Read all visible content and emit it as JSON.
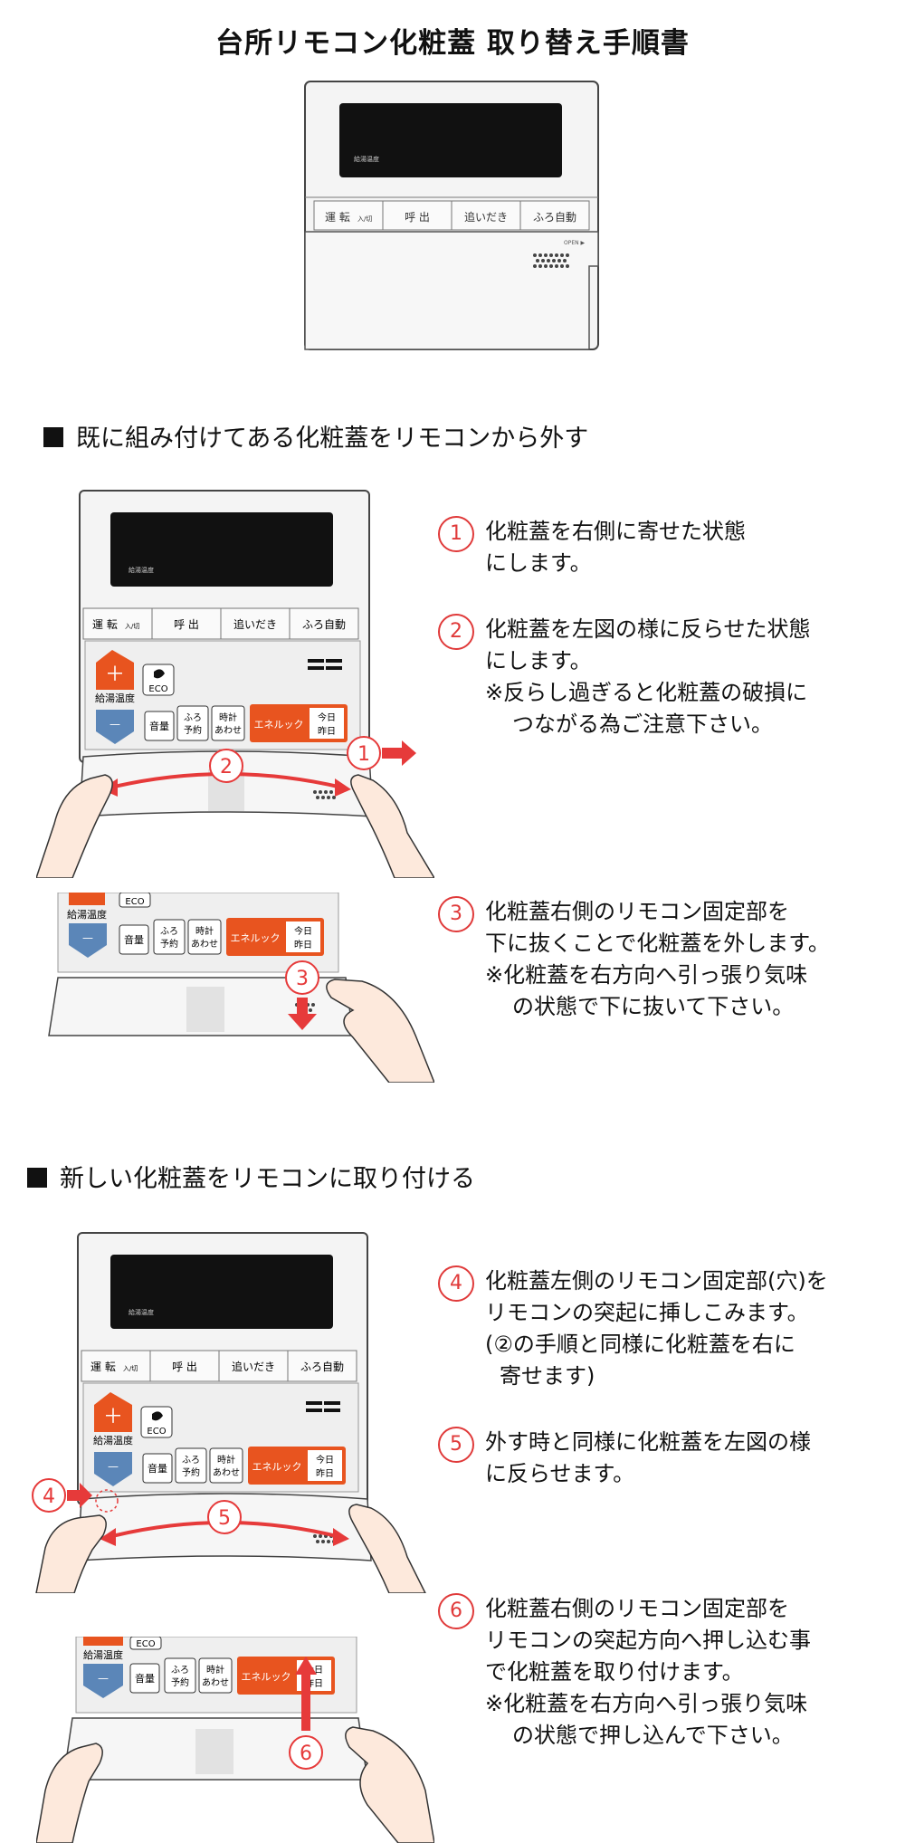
{
  "title": "台所リモコン化粧蓋 取り替え手順書",
  "remote": {
    "display_label": "給湯温度",
    "buttons": [
      "運 転",
      "呼 出",
      "追いだき",
      "ふろ自動"
    ],
    "power_sub": "入/切",
    "open_label": "OPEN ▶",
    "plus": "＋",
    "minus": "—",
    "temp_label": "給湯温度",
    "eco": "ECO",
    "volume": "音量",
    "furo_yoyaku": [
      "ふろ",
      "予約"
    ],
    "tokei": [
      "時計",
      "あわせ"
    ],
    "enelook": "エネルック",
    "kyou": [
      "今日",
      "昨日"
    ]
  },
  "section1": {
    "heading": "既に組み付けてある化粧蓋をリモコンから外す",
    "steps": [
      {
        "num": "1",
        "lines": [
          "化粧蓋を右側に寄せた状態",
          "にします。"
        ]
      },
      {
        "num": "2",
        "lines": [
          "化粧蓋を左図の様に反らせた状態",
          "にします。",
          "※反らし過ぎると化粧蓋の破損に",
          "つながる為ご注意下さい。"
        ]
      },
      {
        "num": "3",
        "lines": [
          "化粧蓋右側のリモコン固定部を",
          "下に抜くことで化粧蓋を外します。",
          "※化粧蓋を右方向へ引っ張り気味",
          "の状態で下に抜いて下さい。"
        ]
      }
    ]
  },
  "section2": {
    "heading": "新しい化粧蓋をリモコンに取り付ける",
    "steps": [
      {
        "num": "4",
        "lines": [
          "化粧蓋左側のリモコン固定部(穴)を",
          "リモコンの突起に挿しこみます。",
          "(②の手順と同様に化粧蓋を右に",
          "寄せます)"
        ]
      },
      {
        "num": "5",
        "lines": [
          "外す時と同様に化粧蓋を左図の様",
          "に反らせます。"
        ]
      },
      {
        "num": "6",
        "lines": [
          "化粧蓋右側のリモコン固定部を",
          "リモコンの突起方向へ押し込む事",
          "で化粧蓋を取り付けます。",
          "※化粧蓋を右方向へ引っ張り気味",
          "の状態で押し込んで下さい。"
        ]
      }
    ]
  },
  "colors": {
    "accent_red": "#e63a3a",
    "orange": "#e8541f",
    "blue": "#5b86b8",
    "panel": "#f3f3f3"
  }
}
